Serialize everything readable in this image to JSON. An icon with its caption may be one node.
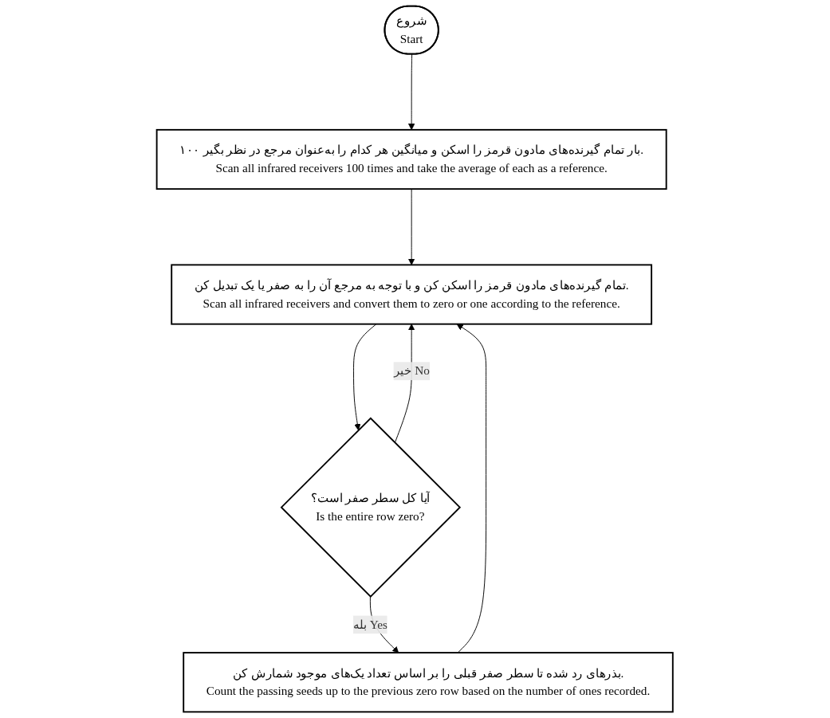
{
  "diagram": {
    "nodes": [
      {
        "text": [
          "شروع",
          "Start"
        ]
      },
      {
        "text": [
          "۱۰۰ بار تمام گیرنده‌های مادون قرمز را اسکن و میانگین هر کدام را به‌عنوان مرجع در نظر بگیر.",
          "Scan all infrared receivers 100 times and take the average of each as a reference."
        ]
      },
      {
        "text": [
          "تمام گیرنده‌های مادون قرمز را اسکن کن و با توجه به مرجع آن را به صفر یا یک تبدیل کن.",
          "Scan all infrared receivers and convert them to zero or one according to the reference."
        ]
      },
      {
        "text": [
          "آیا کل سطر صفر است؟",
          "Is the entire row zero?"
        ]
      },
      {
        "text": [
          "بذرهای رد شده تا سطر صفر قبلی را بر اساس تعداد یک‌های موجود شمارش کن.",
          "Count the passing seeds up to the previous zero row based on the number of ones recorded."
        ]
      }
    ],
    "edges": [
      {
        "from": 0,
        "to": 1,
        "arrow": "to"
      },
      {
        "from": 1,
        "to": 2,
        "arrow": "to"
      },
      {
        "from": 2,
        "to": 3,
        "arrow": "to"
      },
      {
        "from": 3,
        "to": 2,
        "arrow": "to",
        "label": "خیر No"
      },
      {
        "from": 3,
        "to": 4,
        "arrow": "to",
        "label": "بله Yes"
      },
      {
        "from": 4,
        "to": 2,
        "arrow": "to"
      }
    ]
  }
}
